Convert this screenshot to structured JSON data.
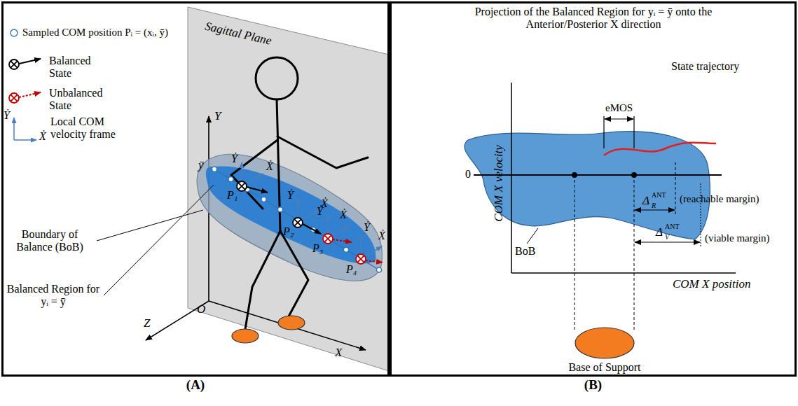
{
  "diagram": {
    "nodes": [
      {
        "text": [
          "(A)"
        ]
      },
      {
        "text": [
          "(B)"
        ]
      }
    ],
    "labels": [
      "Sagittal Plane",
      "Y",
      "X",
      "Z",
      "O",
      "ȳ",
      "P₁",
      "P₂",
      "P₃",
      "P₄",
      "Ẏ",
      "Ẋ",
      "Ẏ",
      "Ẋ",
      "Ẏ",
      "Ẋ",
      "Ẏ",
      "Ẋ",
      "Ẏ",
      "Ẋ",
      "Boundary of Balance (BoB)",
      "Balanced Region for yᵢ = ȳ",
      "Projection of the Balanced Region for yᵢ = ȳ onto the Anterior/Posterior X direction",
      "eMOS",
      "State trajectory",
      "0",
      "COM X velocity",
      "COM X position",
      "BoB",
      "Base of Support",
      "Δ",
      "ANT",
      "R",
      "(reachable margin)",
      "Δ",
      "ANT",
      "V",
      "(viable margin)"
    ],
    "legend": [
      {
        "text": "Sampled COM position Pᵢ = (xᵢ, ȳ)"
      },
      {
        "text": "Balanced State"
      },
      {
        "text": "Unbalanced State"
      },
      {
        "text": "Local COM velocity frame"
      }
    ]
  }
}
